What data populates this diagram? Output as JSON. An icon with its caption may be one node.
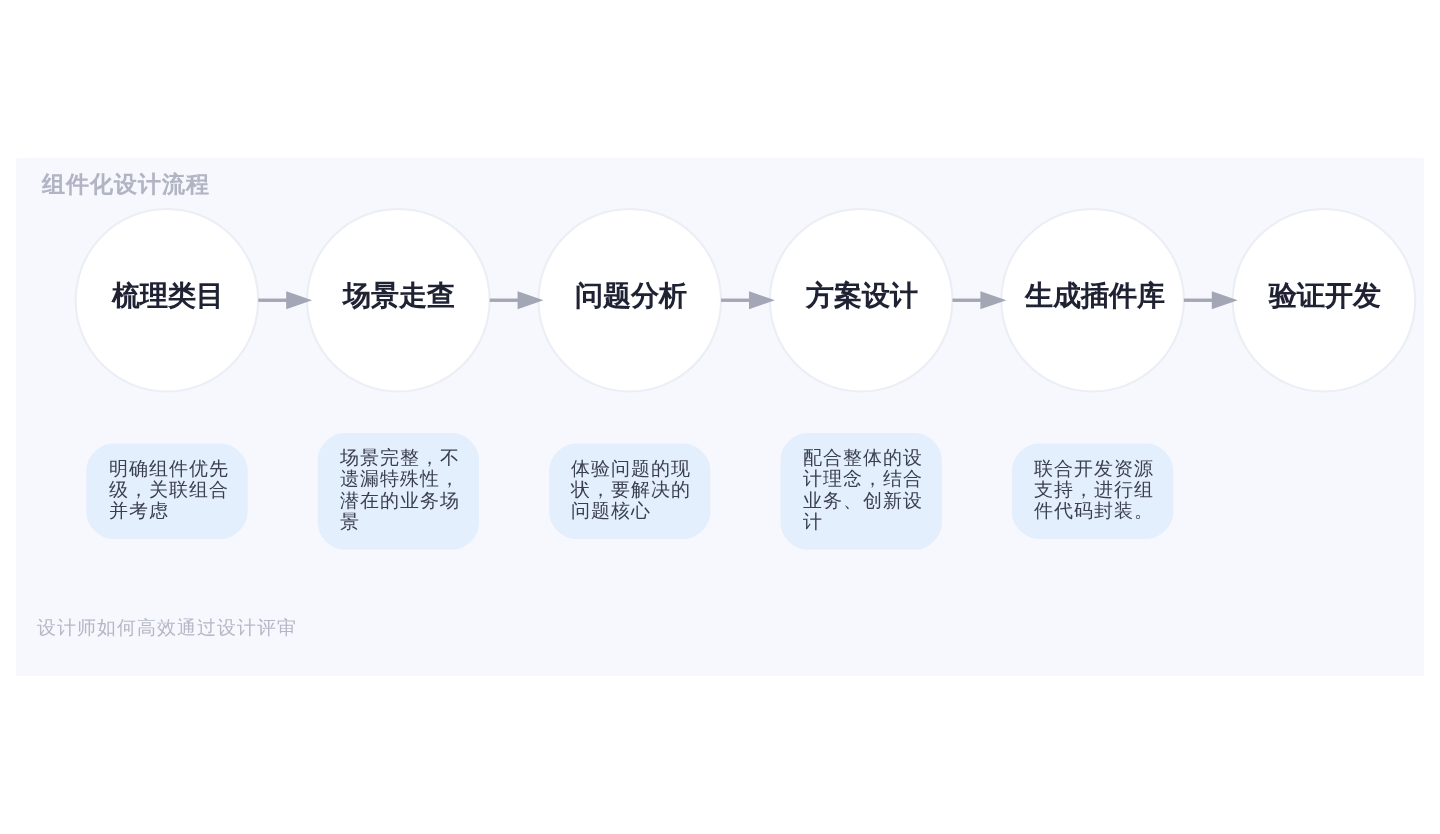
{
  "diagram": {
    "title": "组件化设计流程",
    "nodes": [
      {
        "text": [
          "梳理类目"
        ]
      },
      {
        "text": [
          "场景走查"
        ]
      },
      {
        "text": [
          "问题分析"
        ]
      },
      {
        "text": [
          "方案设计"
        ]
      },
      {
        "text": [
          "生成插件库"
        ]
      },
      {
        "text": [
          "验证开发"
        ]
      },
      {
        "text": [
          "明确组件优先级，关联组合并考虑"
        ]
      },
      {
        "text": [
          "场景完整，不遗漏特殊性，潜在的业务场景"
        ]
      },
      {
        "text": [
          "体验问题的现状，要解决的问题核心"
        ]
      },
      {
        "text": [
          "配合整体的设计理念，结合业务、创新设计"
        ]
      },
      {
        "text": [
          "联合开发资源支持，进行组件代码封装。"
        ]
      }
    ],
    "edges": [
      {
        "from": 0,
        "to": 1,
        "arrow": "to"
      },
      {
        "from": 1,
        "to": 2,
        "arrow": "to"
      },
      {
        "from": 2,
        "to": 3,
        "arrow": "to"
      },
      {
        "from": 3,
        "to": 4,
        "arrow": "to"
      },
      {
        "from": 4,
        "to": 5,
        "arrow": "to"
      }
    ],
    "labels": [
      "设计师如何高效通过设计评审"
    ]
  }
}
